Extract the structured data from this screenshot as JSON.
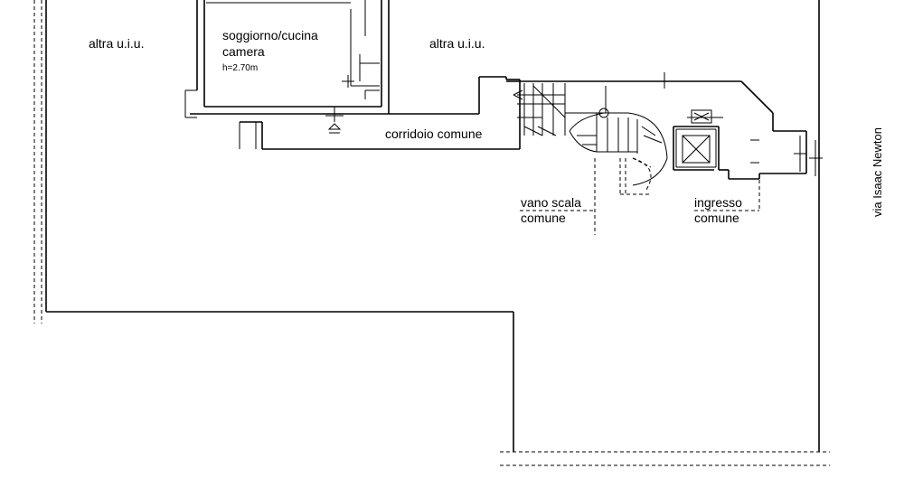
{
  "rooms": {
    "left_unit": "altra u.i.u.",
    "right_unit": "altra u.i.u.",
    "living_line1": "soggiorno/cucina",
    "living_line2": "camera",
    "height": "h=2.70m",
    "corridor": "corridoio comune",
    "stair_line1": "vano scala",
    "stair_line2": "comune",
    "entrance_line1": "ingresso",
    "entrance_line2": "comune"
  },
  "street": "via Isaac Newton"
}
